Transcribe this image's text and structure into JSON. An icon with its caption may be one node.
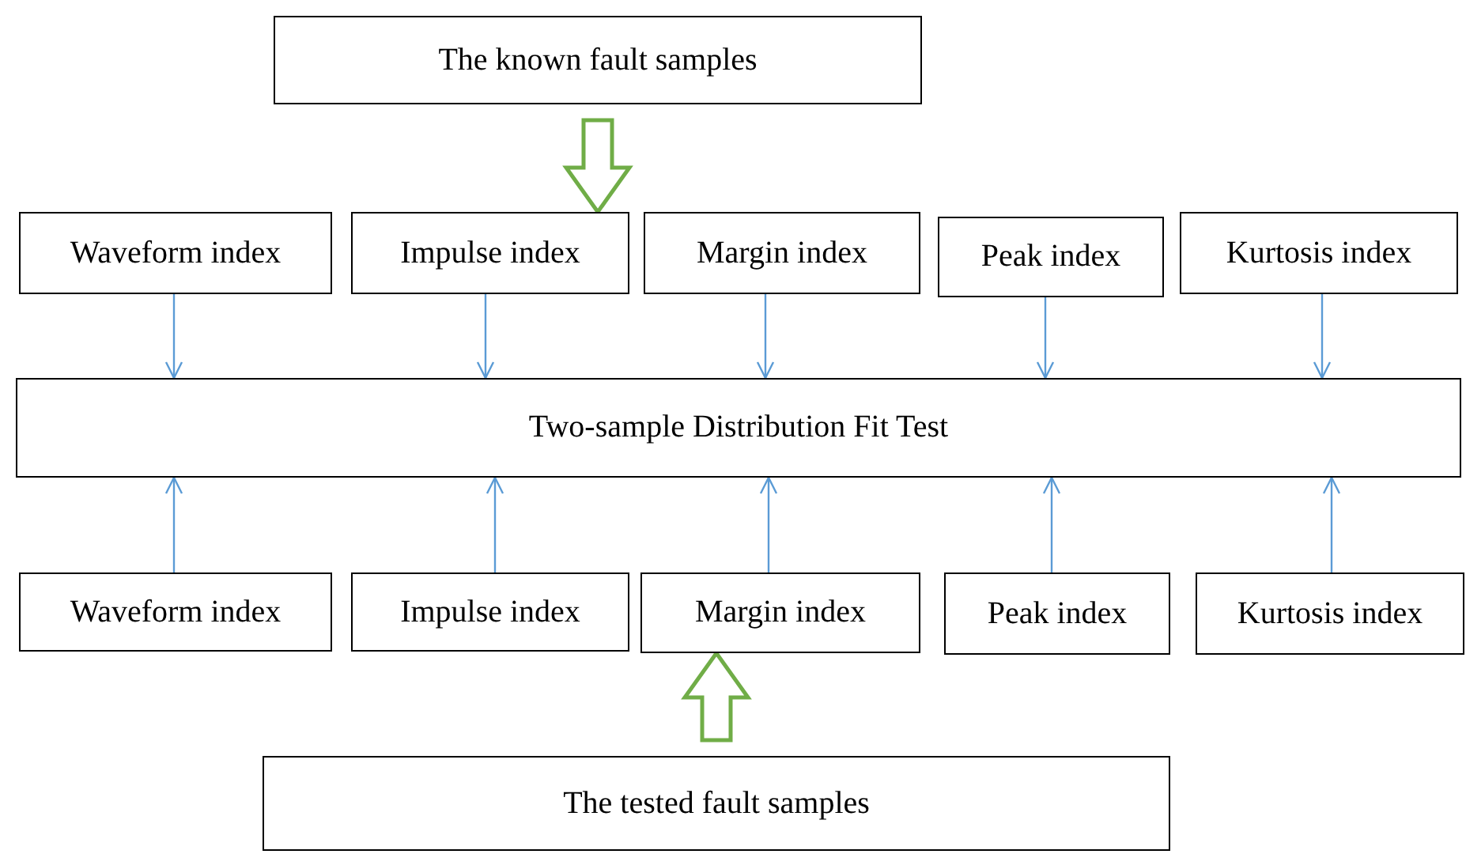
{
  "diagram": {
    "nodes": [
      {
        "text": [
          "The known fault samples"
        ]
      },
      {
        "text": [
          "Waveform index"
        ]
      },
      {
        "text": [
          "Impulse index"
        ]
      },
      {
        "text": [
          "Margin index"
        ]
      },
      {
        "text": [
          "Peak index"
        ]
      },
      {
        "text": [
          "Kurtosis index"
        ]
      },
      {
        "text": [
          "Two-sample Distribution Fit Test"
        ]
      },
      {
        "text": [
          "Waveform index"
        ]
      },
      {
        "text": [
          "Impulse index"
        ]
      },
      {
        "text": [
          "Margin index"
        ]
      },
      {
        "text": [
          "Peak index"
        ]
      },
      {
        "text": [
          "Kurtosis index"
        ]
      },
      {
        "text": [
          "The tested fault samples"
        ]
      }
    ],
    "edges": [
      {
        "from": 0,
        "to": 3,
        "arrow": "to",
        "style": "thick",
        "color": "#70ad47"
      },
      {
        "from": 1,
        "to": 6,
        "arrow": "to"
      },
      {
        "from": 2,
        "to": 6,
        "arrow": "to"
      },
      {
        "from": 3,
        "to": 6,
        "arrow": "to"
      },
      {
        "from": 4,
        "to": 6,
        "arrow": "to"
      },
      {
        "from": 5,
        "to": 6,
        "arrow": "to"
      },
      {
        "from": 7,
        "to": 6,
        "arrow": "to"
      },
      {
        "from": 8,
        "to": 6,
        "arrow": "to"
      },
      {
        "from": 9,
        "to": 6,
        "arrow": "to"
      },
      {
        "from": 10,
        "to": 6,
        "arrow": "to"
      },
      {
        "from": 11,
        "to": 6,
        "arrow": "to"
      },
      {
        "from": 12,
        "to": 9,
        "arrow": "to",
        "style": "thick",
        "color": "#70ad47"
      }
    ]
  }
}
